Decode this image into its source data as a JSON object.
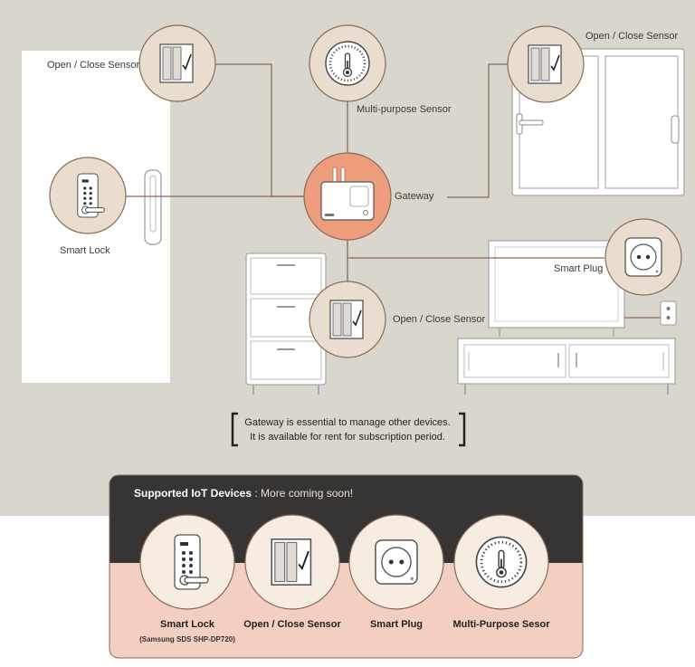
{
  "labels": {
    "door_sensor_left": "Open / Close Sensor",
    "multipurpose_sensor": "Multi-purpose Sensor",
    "window_sensor_right": "Open / Close Sensor",
    "gateway": "Gateway",
    "smart_lock": "Smart Lock",
    "smart_plug": "Smart Plug",
    "cabinet_sensor": "Open / Close Sensor"
  },
  "gateway_note": {
    "line1": "Gateway is essential to manage other devices.",
    "line2": "It is available for rent for subscription period."
  },
  "panel": {
    "title": "Supported IoT Devices",
    "subtitle": " : More coming soon!",
    "devices": [
      {
        "name": "Smart Lock",
        "sub": "(Samsung SDS SHP-DP720)",
        "icon": "smart-lock-icon"
      },
      {
        "name": "Open / Close Sensor",
        "sub": "",
        "icon": "open-close-sensor-icon"
      },
      {
        "name": "Smart Plug",
        "sub": "",
        "icon": "smart-plug-icon"
      },
      {
        "name": "Multi-Purpose Sesor",
        "sub": "",
        "icon": "thermometer-icon"
      }
    ]
  },
  "colors": {
    "room_background": "#d9d6cd",
    "device_circle": "#e9ddcf",
    "gateway_circle": "#ed9c7c",
    "connector_line": "#8a6a55",
    "panel_dark": "#373533",
    "panel_light": "#f2cfc0"
  }
}
